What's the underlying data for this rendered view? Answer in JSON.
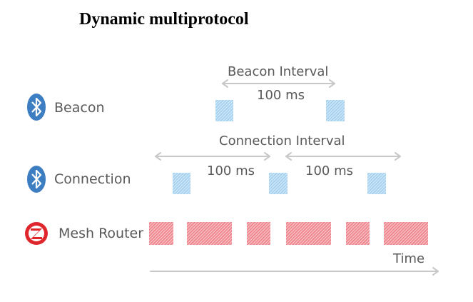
{
  "title": "Dynamic multiprotocol",
  "rows": {
    "beacon": {
      "label": "Beacon",
      "icon": "bluetooth-icon"
    },
    "connection": {
      "label": "Connection",
      "icon": "bluetooth-icon"
    },
    "mesh": {
      "label": "Mesh Router",
      "icon": "zigbee-icon"
    }
  },
  "annotations": {
    "beacon_interval": "Beacon Interval",
    "beacon_ms": "100 ms",
    "connection_interval": "Connection Interval",
    "connection_ms_1": "100 ms",
    "connection_ms_2": "100 ms",
    "time": "Time"
  },
  "colors": {
    "bluetooth": "#3d7dc2",
    "zigbee": "#e0262d",
    "blue_slot": "#a7d3f0",
    "red_slot": "#f0888f",
    "arrow": "#c8c8c8",
    "text": "#595959"
  }
}
